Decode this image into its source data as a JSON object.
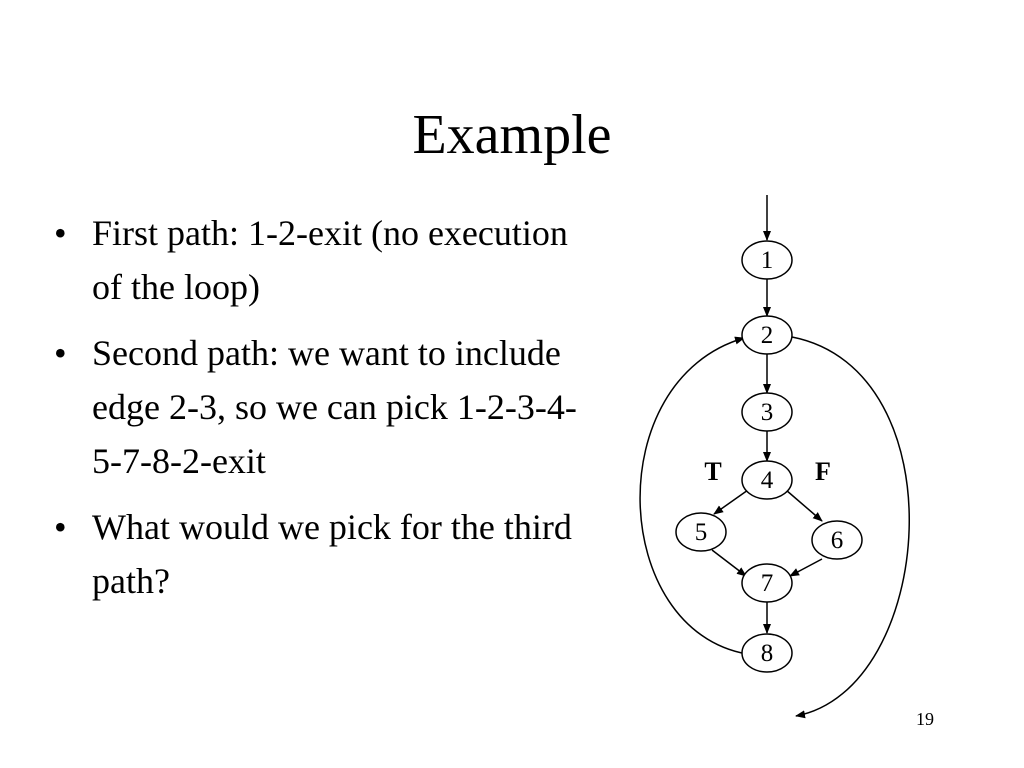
{
  "slide": {
    "title": "Example",
    "bullets": [
      "First path: 1-2-exit (no execution of the loop)",
      "Second path: we want to include edge 2-3, so we can pick 1-2-3-4-5-7-8-2-exit",
      "What would we pick for the third path?"
    ],
    "page_number": "19"
  },
  "diagram": {
    "nodes": [
      "1",
      "2",
      "3",
      "4",
      "5",
      "6",
      "7",
      "8"
    ],
    "edges": [
      [
        "1",
        "2"
      ],
      [
        "2",
        "3"
      ],
      [
        "3",
        "4"
      ],
      [
        "4",
        "5"
      ],
      [
        "4",
        "6"
      ],
      [
        "5",
        "7"
      ],
      [
        "6",
        "7"
      ],
      [
        "7",
        "8"
      ],
      [
        "8",
        "2"
      ]
    ],
    "branch_labels": {
      "true": "T",
      "false": "F"
    }
  }
}
